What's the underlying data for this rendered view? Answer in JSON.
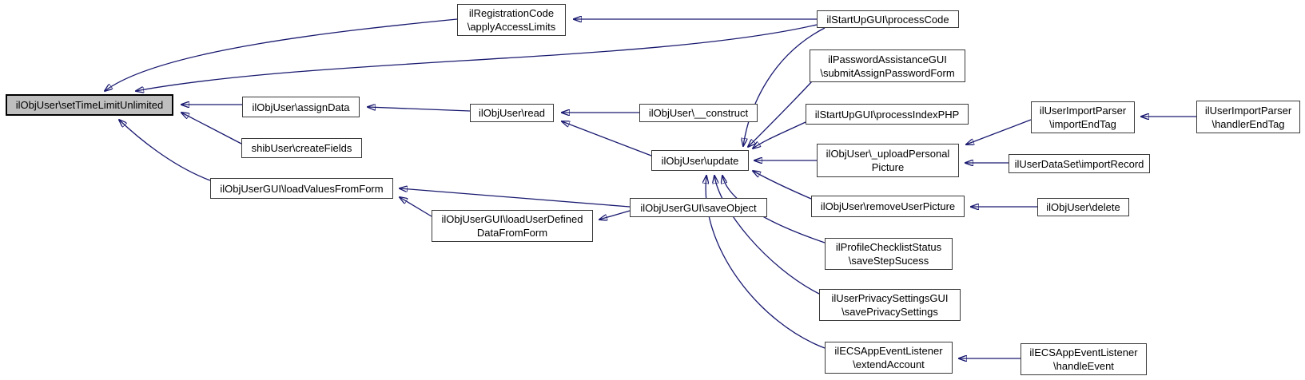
{
  "diagram": {
    "kind": "caller-graph",
    "colors": {
      "edge": "#191970",
      "node_fill": "#ffffff",
      "node_border": "#3a3a3a",
      "highlight_fill": "#bfbfbf",
      "text": "#000000"
    },
    "nodes": {
      "set_time_limit_unlimited": {
        "label": "ilObjUser\\setTimeLimitUnlimited",
        "highlighted": true
      },
      "assign_data": {
        "label": "ilObjUser\\assignData"
      },
      "create_fields": {
        "label": "shibUser\\createFields"
      },
      "load_values_from_form": {
        "label": "ilObjUserGUI\\loadValuesFromForm"
      },
      "apply_access_limits": {
        "label": "ilRegistrationCode\n\\applyAccessLimits"
      },
      "read": {
        "label": "ilObjUser\\read"
      },
      "construct": {
        "label": "ilObjUser\\__construct"
      },
      "update": {
        "label": "ilObjUser\\update"
      },
      "load_user_defined": {
        "label": "ilObjUserGUI\\loadUserDefined\nDataFromForm"
      },
      "save_object": {
        "label": "ilObjUserGUI\\saveObject"
      },
      "process_code": {
        "label": "ilStartUpGUI\\processCode"
      },
      "submit_assign_password": {
        "label": "ilPasswordAssistanceGUI\n\\submitAssignPasswordForm"
      },
      "process_index_php": {
        "label": "ilStartUpGUI\\processIndexPHP"
      },
      "upload_personal_picture": {
        "label": "ilObjUser\\_uploadPersonal\nPicture"
      },
      "remove_user_picture": {
        "label": "ilObjUser\\removeUserPicture"
      },
      "save_step_success": {
        "label": "ilProfileChecklistStatus\n\\saveStepSucess"
      },
      "save_privacy_settings": {
        "label": "ilUserPrivacySettingsGUI\n\\savePrivacySettings"
      },
      "extend_account": {
        "label": "ilECSAppEventListener\n\\extendAccount"
      },
      "import_end_tag": {
        "label": "ilUserImportParser\n\\importEndTag"
      },
      "import_record": {
        "label": "ilUserDataSet\\importRecord"
      },
      "delete": {
        "label": "ilObjUser\\delete"
      },
      "handler_end_tag": {
        "label": "ilUserImportParser\n\\handlerEndTag"
      },
      "handle_event": {
        "label": "ilECSAppEventListener\n\\handleEvent"
      }
    },
    "edges": [
      {
        "from": "apply_access_limits",
        "to": "set_time_limit_unlimited"
      },
      {
        "from": "process_code",
        "to": "set_time_limit_unlimited"
      },
      {
        "from": "assign_data",
        "to": "set_time_limit_unlimited"
      },
      {
        "from": "create_fields",
        "to": "set_time_limit_unlimited"
      },
      {
        "from": "load_values_from_form",
        "to": "set_time_limit_unlimited"
      },
      {
        "from": "process_code",
        "to": "apply_access_limits"
      },
      {
        "from": "read",
        "to": "assign_data"
      },
      {
        "from": "construct",
        "to": "read"
      },
      {
        "from": "update",
        "to": "read"
      },
      {
        "from": "process_code",
        "to": "update"
      },
      {
        "from": "submit_assign_password",
        "to": "update"
      },
      {
        "from": "process_index_php",
        "to": "update"
      },
      {
        "from": "upload_personal_picture",
        "to": "update"
      },
      {
        "from": "remove_user_picture",
        "to": "update"
      },
      {
        "from": "save_step_success",
        "to": "update"
      },
      {
        "from": "save_privacy_settings",
        "to": "update"
      },
      {
        "from": "extend_account",
        "to": "update"
      },
      {
        "from": "import_end_tag",
        "to": "upload_personal_picture"
      },
      {
        "from": "import_record",
        "to": "upload_personal_picture"
      },
      {
        "from": "handler_end_tag",
        "to": "import_end_tag"
      },
      {
        "from": "delete",
        "to": "remove_user_picture"
      },
      {
        "from": "handle_event",
        "to": "extend_account"
      },
      {
        "from": "save_object",
        "to": "load_values_from_form"
      },
      {
        "from": "load_user_defined",
        "to": "load_values_from_form"
      },
      {
        "from": "save_object",
        "to": "load_user_defined"
      }
    ]
  }
}
